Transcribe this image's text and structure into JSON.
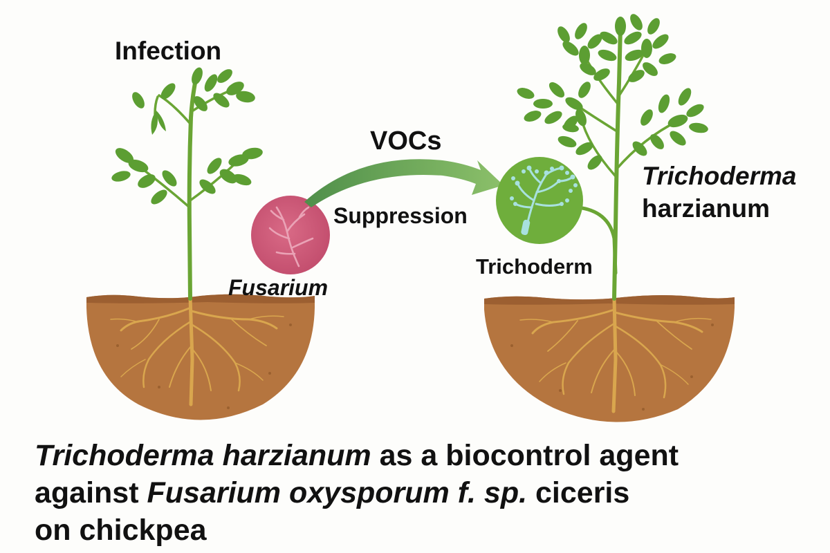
{
  "labels": {
    "infection": "Infection",
    "vocs": "VOCs",
    "suppression": "Suppression",
    "fusarium": "Fusarium",
    "trichoderm": "Trichoderm",
    "trichoderma_line1": "Trichoderma",
    "trichoderma_line2": "harzianum"
  },
  "caption": {
    "part1": "Trichoderma harzianum",
    "part2": " as a biocontrol agent",
    "part3": "against ",
    "part4": "Fusarium oxysporum f. sp.",
    "part5": " ciceris",
    "part6": "on chickpea"
  },
  "colors": {
    "soil": "#b5753f",
    "leaf": "#5c9e32",
    "stem": "#6aa534",
    "root": "#d9a64e",
    "fusarium": "#cc5a78",
    "trichoderma": "#6fae3c",
    "arrow": "#6fa55a"
  }
}
